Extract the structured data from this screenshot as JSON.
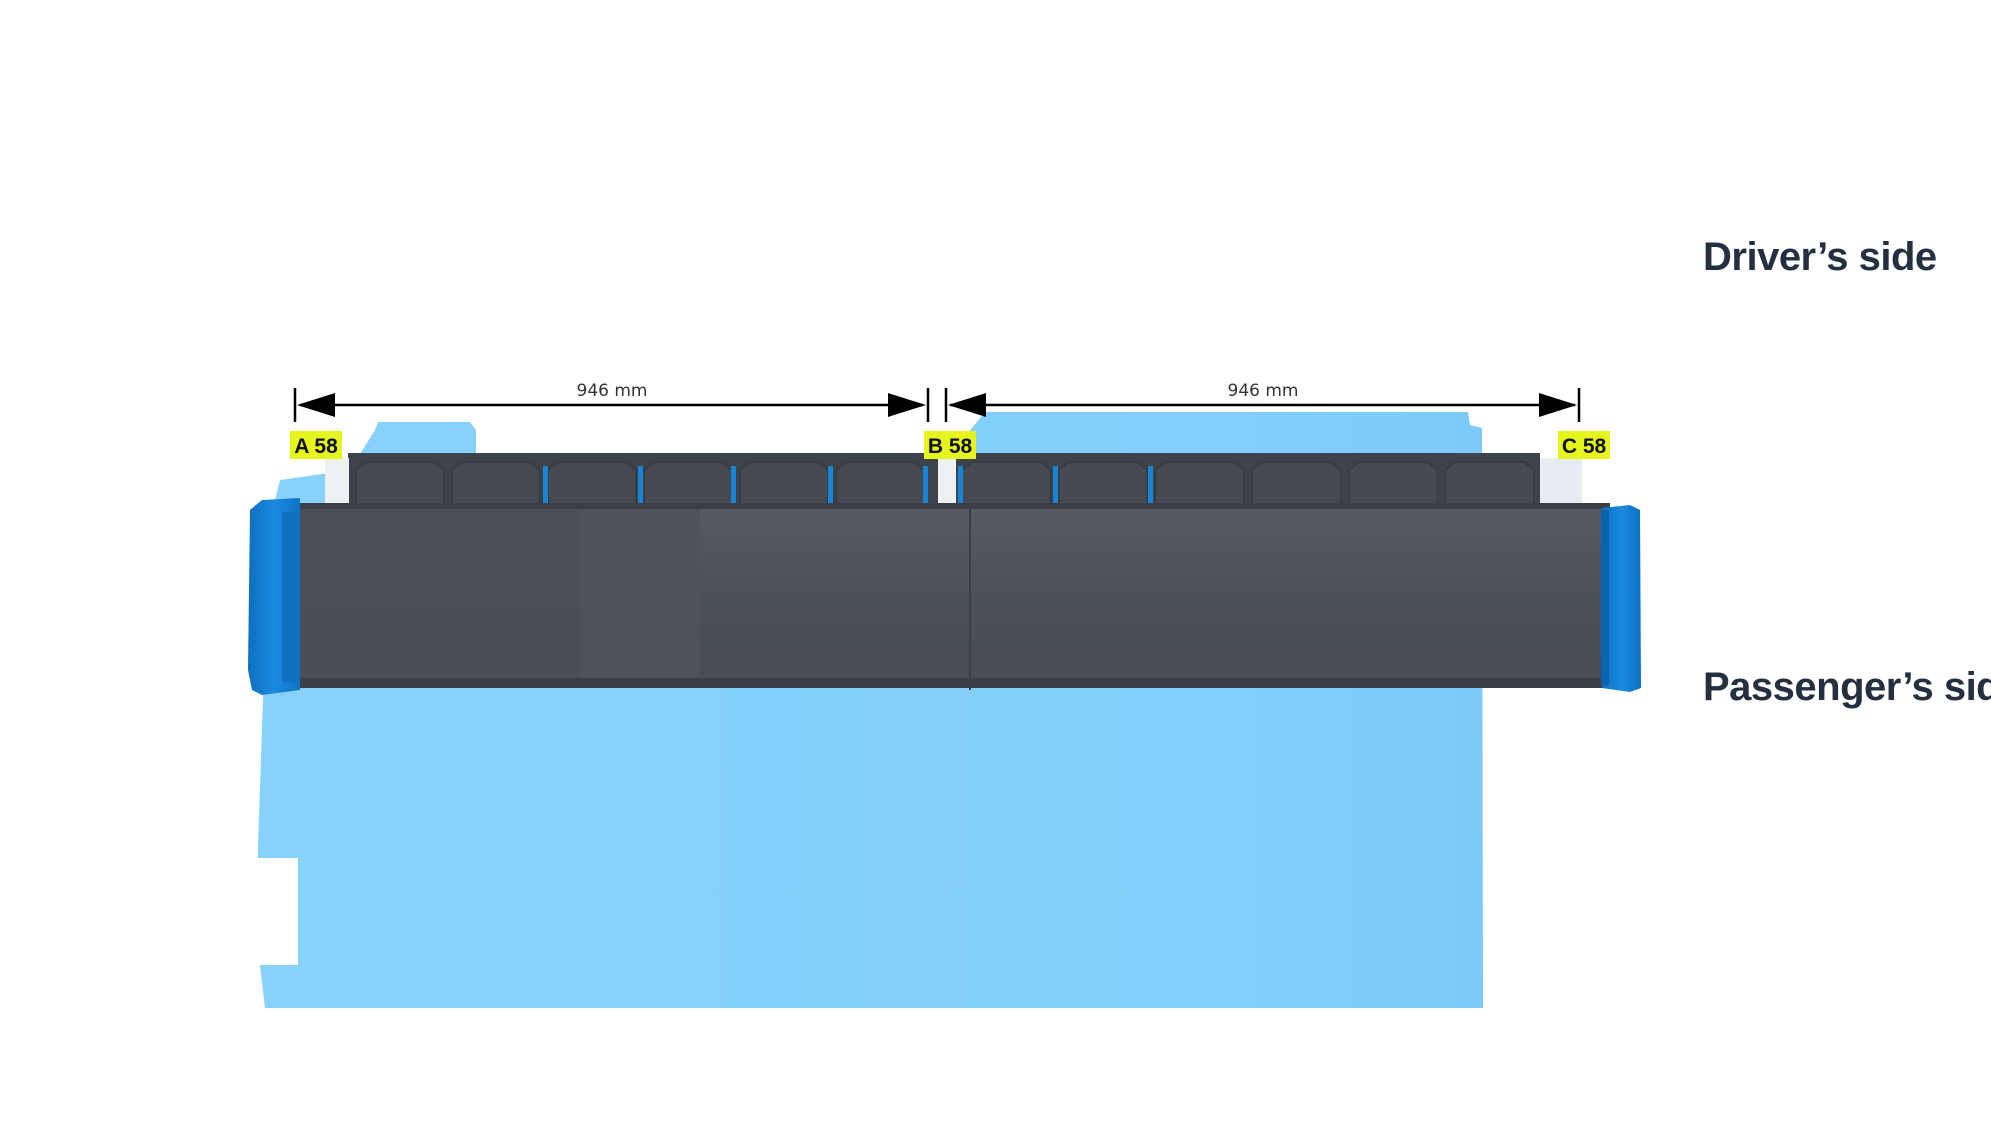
{
  "labels": {
    "drivers_side": "Driver’s side",
    "passengers_side": "Passenger’s side"
  },
  "dimensions": [
    {
      "id": "dim-ab",
      "text": "946 mm"
    },
    {
      "id": "dim-bc",
      "text": "946 mm"
    }
  ],
  "mounts": [
    {
      "id": "A",
      "text": "A 58"
    },
    {
      "id": "B",
      "text": "B 58"
    },
    {
      "id": "C",
      "text": "C 58"
    }
  ],
  "colors": {
    "vehicle_roof": "#84d0fb",
    "rack_dark": "#4a4f58",
    "rack_shadow": "#3a3e46",
    "end_cap_blue": "#1784d6",
    "label_yellow": "#e7f51e",
    "text_dark": "#243040"
  }
}
